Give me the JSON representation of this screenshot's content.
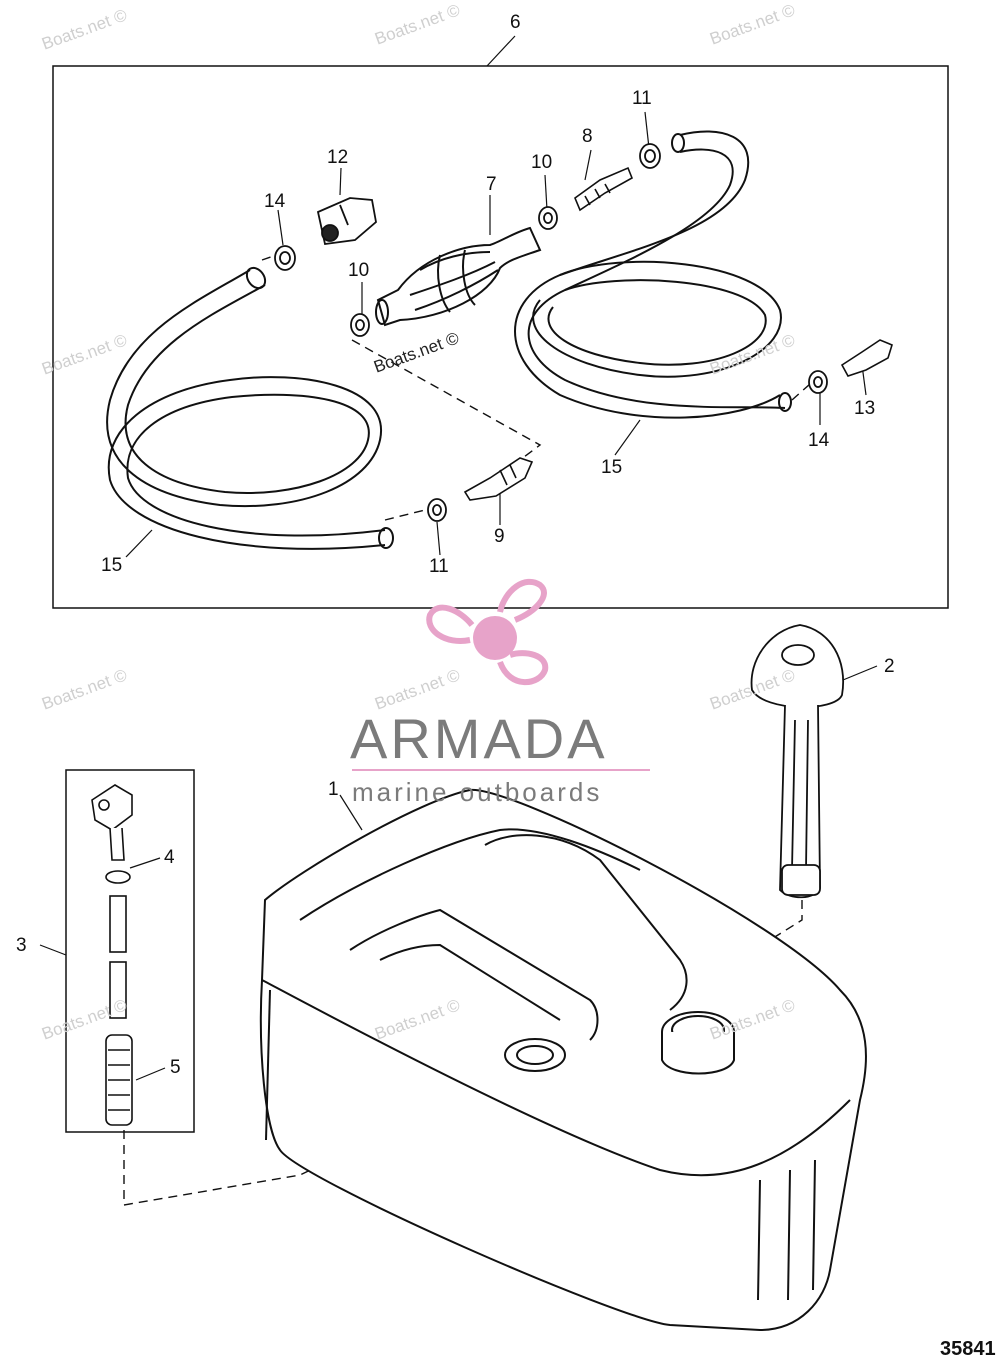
{
  "watermark": {
    "text": "Boats.net ©"
  },
  "brand": {
    "name": "ARMADA",
    "tagline": "marine outboards",
    "accent_color": "#e7a3c9",
    "text_color": "#7b7b7b"
  },
  "diagram_number": "35841",
  "stamp_text": "Boats.net ©",
  "callouts": {
    "c1": "1",
    "c2": "2",
    "c3": "3",
    "c4": "4",
    "c5": "5",
    "c6": "6",
    "c7": "7",
    "c8": "8",
    "c9": "9",
    "c10a": "10",
    "c10b": "10",
    "c11a": "11",
    "c11b": "11",
    "c12": "12",
    "c13": "13",
    "c14a": "14",
    "c14b": "14",
    "c15a": "15",
    "c15b": "15"
  }
}
